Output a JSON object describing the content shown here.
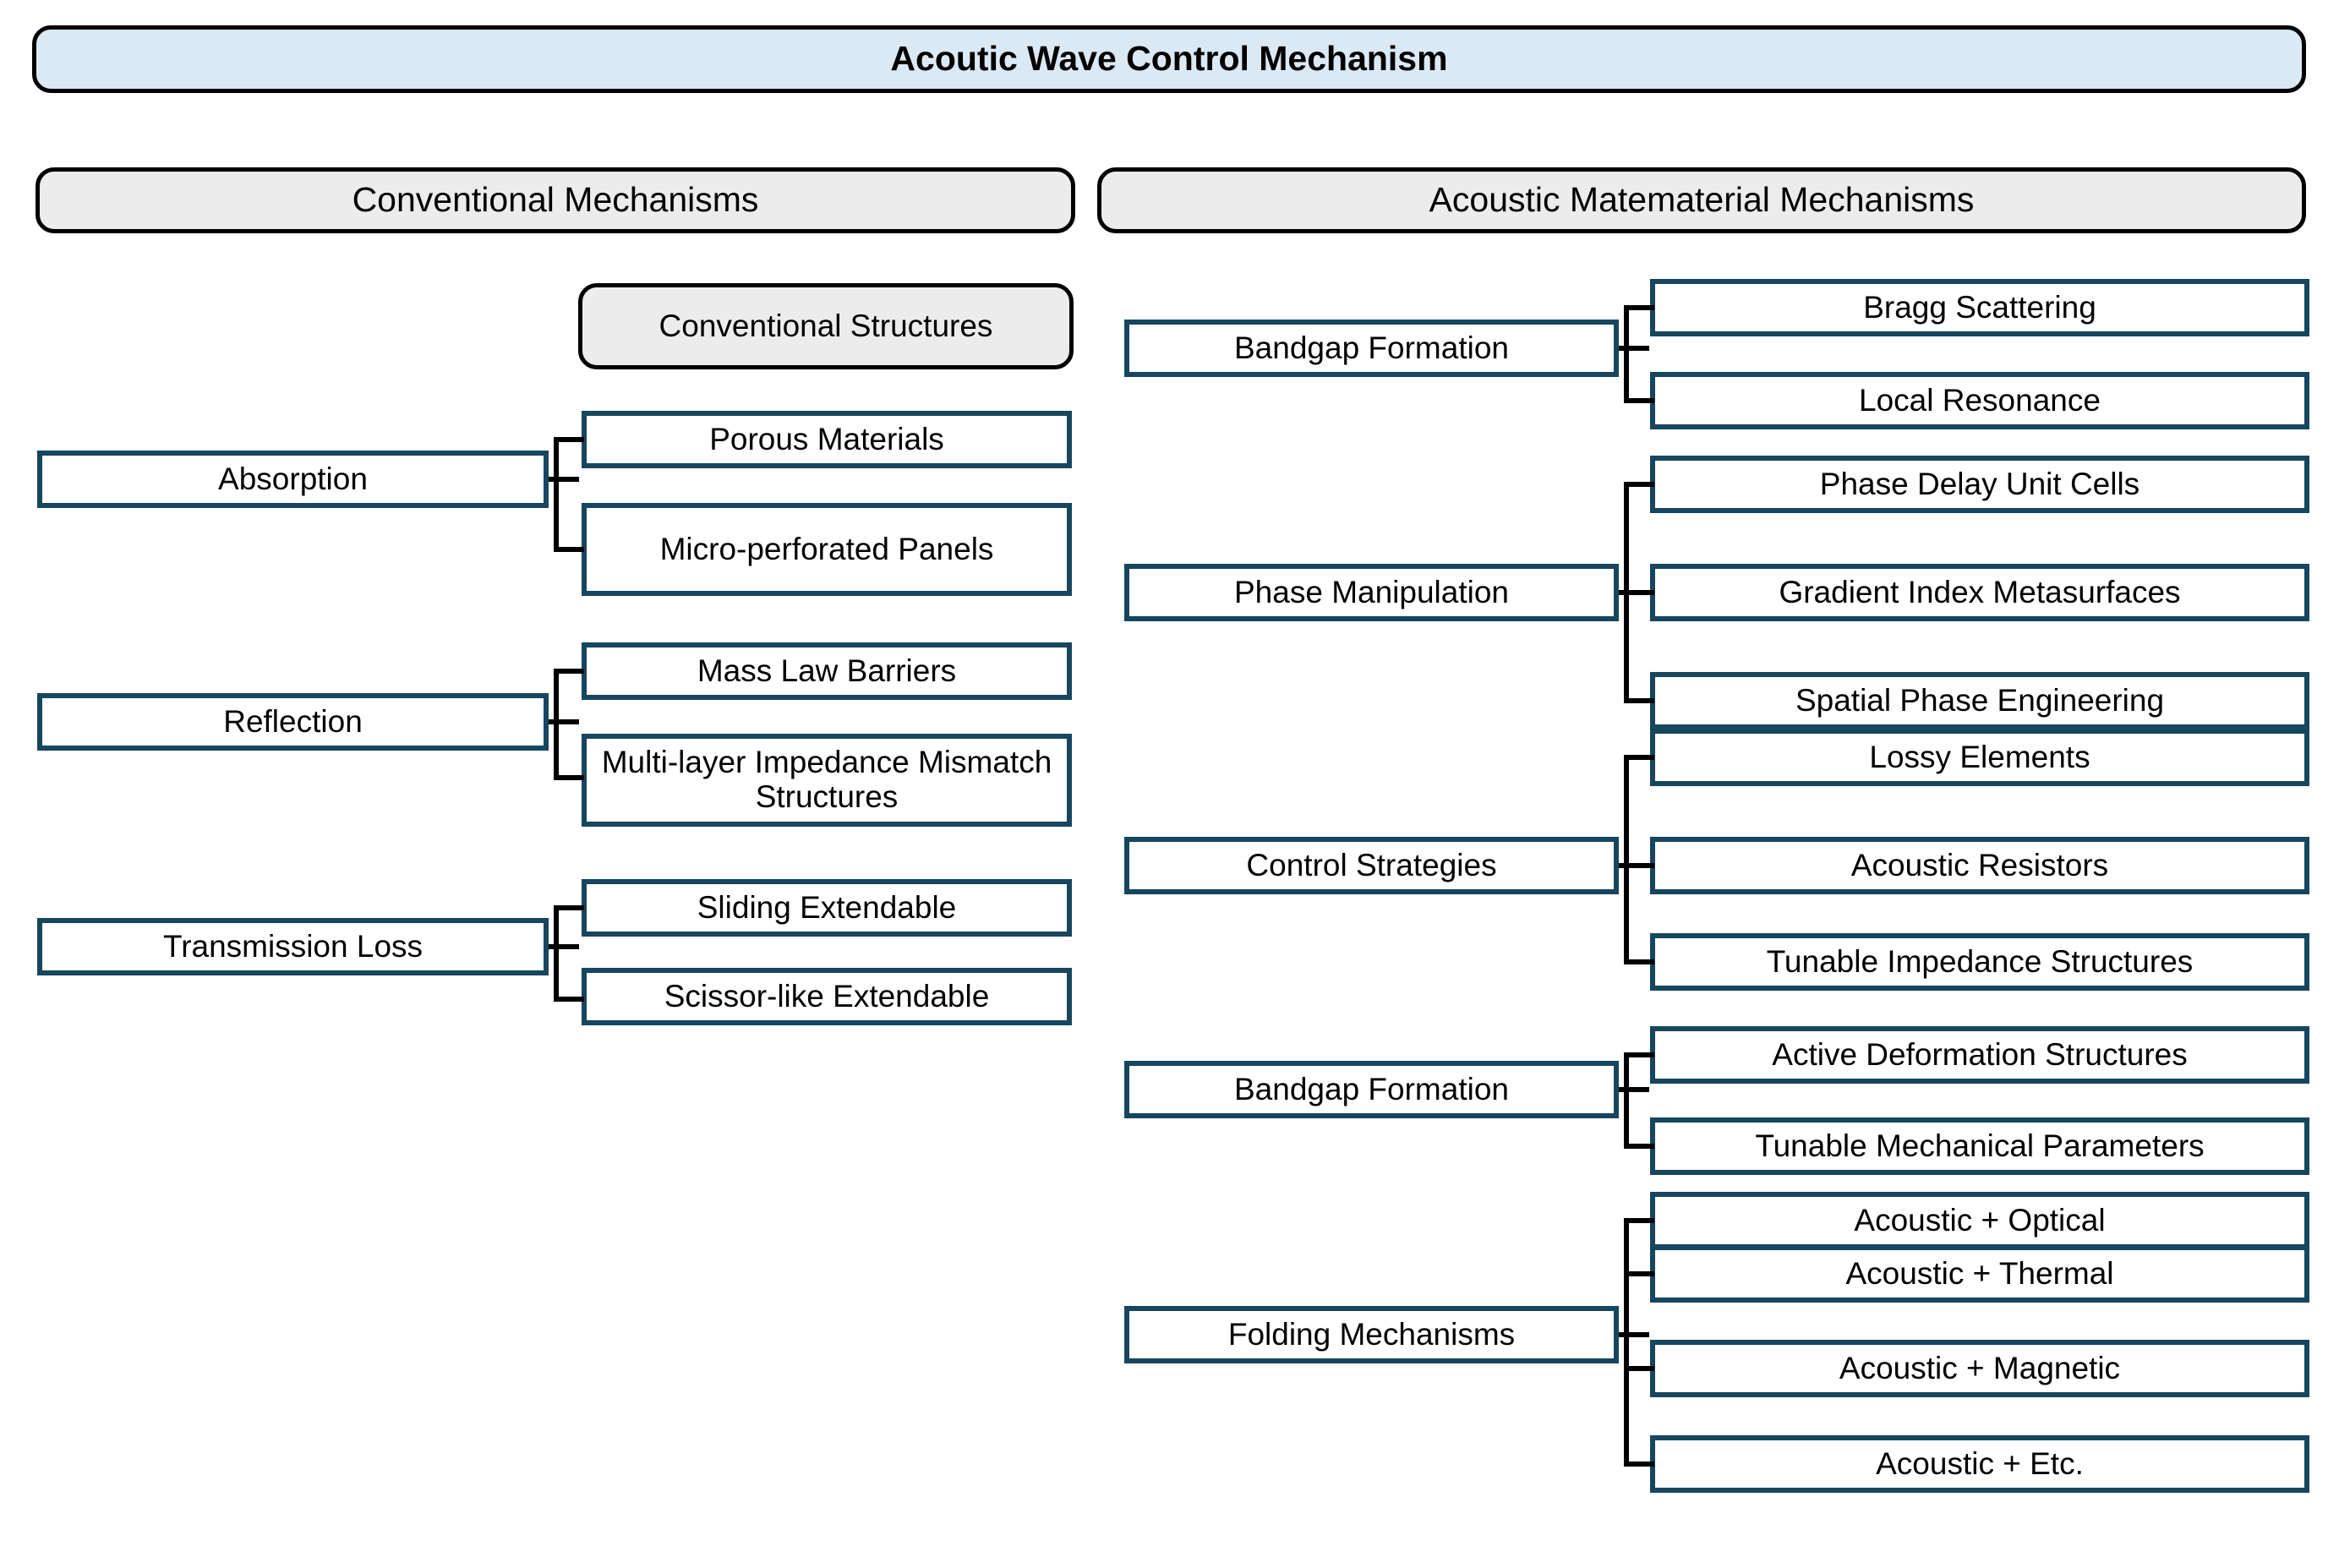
{
  "diagram": {
    "title": "Acoutic Wave Control Mechanism",
    "columns": [
      {
        "id": "conventional",
        "header": "Conventional Mechanisms",
        "subheader": "Conventional Structures"
      },
      {
        "id": "metamaterial",
        "header": "Acoustic Matematerial Mechanisms",
        "subheader": null
      }
    ],
    "left_groups": [
      {
        "parent": "Absorption",
        "children": [
          "Porous Materials",
          "Micro-perforated Panels"
        ]
      },
      {
        "parent": "Reflection",
        "children": [
          "Mass Law Barriers",
          "Multi-layer Impedance Mismatch Structures"
        ]
      },
      {
        "parent": "Transmission Loss",
        "children": [
          "Sliding Extendable",
          "Scissor-like Extendable"
        ]
      }
    ],
    "right_groups": [
      {
        "parent": "Bandgap Formation",
        "children": [
          "Bragg Scattering",
          "Local Resonance"
        ]
      },
      {
        "parent": "Phase Manipulation",
        "children": [
          "Phase Delay Unit Cells",
          "Gradient Index Metasurfaces",
          "Spatial Phase Engineering"
        ]
      },
      {
        "parent": "Control Strategies",
        "children": [
          "Lossy Elements",
          "Acoustic Resistors",
          "Tunable Impedance Structures"
        ]
      },
      {
        "parent": "Bandgap Formation",
        "children": [
          "Active Deformation Structures",
          "Tunable Mechanical Parameters"
        ]
      },
      {
        "parent": "Folding Mechanisms",
        "children": [
          "Acoustic + Optical",
          "Acoustic + Thermal",
          "Acoustic + Magnetic",
          "Acoustic + Etc."
        ]
      }
    ],
    "colors": {
      "title_fill": "#dbe9f4",
      "header_fill": "#ececec",
      "box_border": "#17465f",
      "connector": "#000000",
      "capsule_border": "#000000",
      "box_fill": "#ffffff",
      "text": "#000000"
    }
  }
}
